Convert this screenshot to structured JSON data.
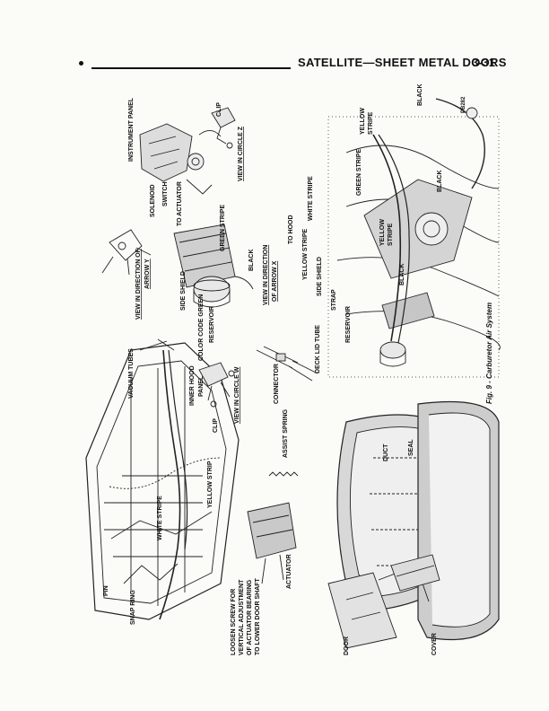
{
  "header": {
    "running_title": "SATELLITE—SHEET METAL DOORS",
    "page_number": "3-31"
  },
  "figure": {
    "caption": "Fig. 9 - Carburetor Air System",
    "reference": "PB282",
    "labels": {
      "instrument_panel": "INSTRUMENT PANEL",
      "clip_top": "CLIP",
      "view_circle_z": "VIEW IN CIRCLE Z",
      "solenoid": "SOLENOID",
      "switch": "SWITCH",
      "to_actuator": "TO ACTUATOR",
      "view_arrow_y_1": "VIEW IN DIRECTION OF",
      "view_arrow_y_2": "ARROW Y",
      "green_stripe_mid": "GREEN STRIPE",
      "black_mid": "BLACK",
      "side_shield_left": "SIDE SHIELD",
      "color_code_green": "COLOR CODE GREEN",
      "reservoir_left": "RESERVOIR",
      "view_arrow_x_1": "VIEW IN DIRECTION",
      "view_arrow_x_2": "OF ARROW X",
      "vacuum_tubes": "VACUUM TUBES",
      "inner_hood_panel_1": "INNER HOOD",
      "inner_hood_panel_2": "PANEL",
      "clip_mid": "CLIP",
      "view_circle_w": "VIEW IN CIRCLE W",
      "connector": "CONNECTOR",
      "deck_lid_tube": "DECK LID TUBE",
      "assist_spring": "ASSIST SPRING",
      "yellow_strip": "YELLOW STRIP",
      "white_stripe_left": "WHITE STRIPE",
      "pin": "PIN",
      "snap_ring": "SNAP RING",
      "loosen_1": "LOOSEN SCREW FOR",
      "loosen_2": "VERTICAL ADJUSTMENT",
      "loosen_3": "OF ACTUATOR BEARING",
      "loosen_4": "TO LOWER DOOR SHAFT",
      "actuator": "ACTUATOR",
      "door": "DOOR",
      "cover": "COVER",
      "duct": "DUCT",
      "seal": "SEAL",
      "white_stripe_right": "WHITE STRIPE",
      "to_hood": "TO HOOD",
      "yellow_stripe_right": "YELLOW STRIPE",
      "side_shield_right": "SIDE SHIELD",
      "strap": "STRAP",
      "reservoir_right": "RESERVOIR",
      "green_stripe_right": "GREEN STRIPE",
      "yellow_stripe_top_1": "YELLOW",
      "yellow_stripe_top_2": "STRIPE",
      "black_top": "BLACK",
      "black_right": "BLACK",
      "yellow_center_1": "YELLOW",
      "yellow_center_2": "STRIPE",
      "black_center": "BLACK"
    }
  }
}
